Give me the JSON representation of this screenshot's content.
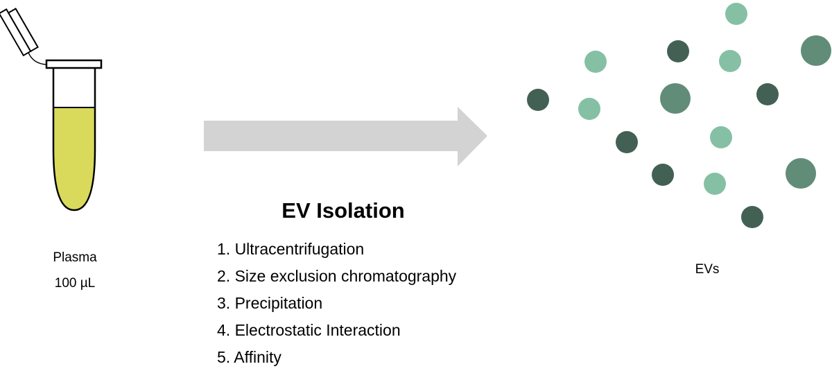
{
  "sample": {
    "name": "Plasma",
    "volume": "100 µL",
    "liquid_color": "#d9da5c"
  },
  "process": {
    "title": "EV Isolation",
    "methods": [
      "1. Ultracentrifugation",
      "2. Size exclusion chromatography",
      "3. Precipitation",
      "4. Electrostatic Interaction",
      "5. Affinity"
    ],
    "arrow_color": "#d3d3d3"
  },
  "product": {
    "label": "EVs",
    "colors": {
      "light": "#85c0a5",
      "dark": "#436054",
      "mid": "#618c78"
    }
  }
}
